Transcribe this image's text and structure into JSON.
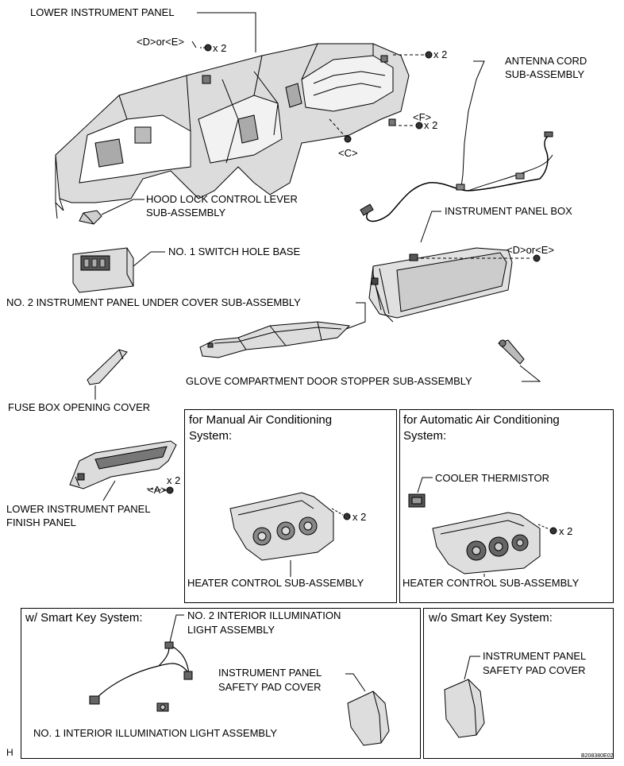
{
  "labels": {
    "lower_instrument_panel": "LOWER INSTRUMENT PANEL",
    "d_or_e_top": "<D>or<E>",
    "x2_top_left": "x 2",
    "x2_top_right": "x 2",
    "antenna_cord": [
      "ANTENNA CORD",
      "SUB-ASSEMBLY"
    ],
    "f_marker": "<F>",
    "x2_f": "x 2",
    "c_marker": "<C>",
    "hood_lock": [
      "HOOD LOCK CONTROL LEVER",
      "SUB-ASSEMBLY"
    ],
    "instrument_panel_box": "INSTRUMENT PANEL BOX",
    "no1_switch_hole_base": "NO. 1 SWITCH HOLE BASE",
    "d_or_e_box": "<D>or<E>",
    "no2_under_cover": "NO. 2 INSTRUMENT PANEL UNDER COVER SUB-ASSEMBLY",
    "glove_stopper": "GLOVE COMPARTMENT DOOR STOPPER SUB-ASSEMBLY",
    "fuse_box_cover": "FUSE BOX OPENING COVER",
    "a_marker": "<A>",
    "x2_a": "x 2",
    "lower_finish_panel": [
      "LOWER INSTRUMENT PANEL",
      "FINISH PANEL"
    ],
    "manual_ac_title": [
      "for Manual Air Conditioning",
      "System:"
    ],
    "x2_manual": "x 2",
    "heater_control_manual": "HEATER CONTROL SUB-ASSEMBLY",
    "auto_ac_title": [
      "for Automatic Air Conditioning",
      "System:"
    ],
    "cooler_thermistor": "COOLER THERMISTOR",
    "x2_auto": "x 2",
    "heater_control_auto": "HEATER CONTROL SUB-ASSEMBLY",
    "smart_key_title": "w/ Smart Key System:",
    "no2_interior_light": [
      "NO. 2 INTERIOR ILLUMINATION",
      "LIGHT ASSEMBLY"
    ],
    "safety_pad_smart": [
      "INSTRUMENT PANEL",
      "SAFETY PAD COVER"
    ],
    "no1_interior_light": "NO. 1 INTERIOR ILLUMINATION LIGHT ASSEMBLY",
    "no_smart_key_title": "w/o Smart Key System:",
    "safety_pad_nosmart": [
      "INSTRUMENT PANEL",
      "SAFETY PAD COVER"
    ],
    "corner_h": "H",
    "figure_code": "B208380E02"
  },
  "colors": {
    "line": "#000000",
    "shade": "#c8c8c8",
    "dark": "#5a5a5a",
    "light": "#e6e6e6"
  }
}
